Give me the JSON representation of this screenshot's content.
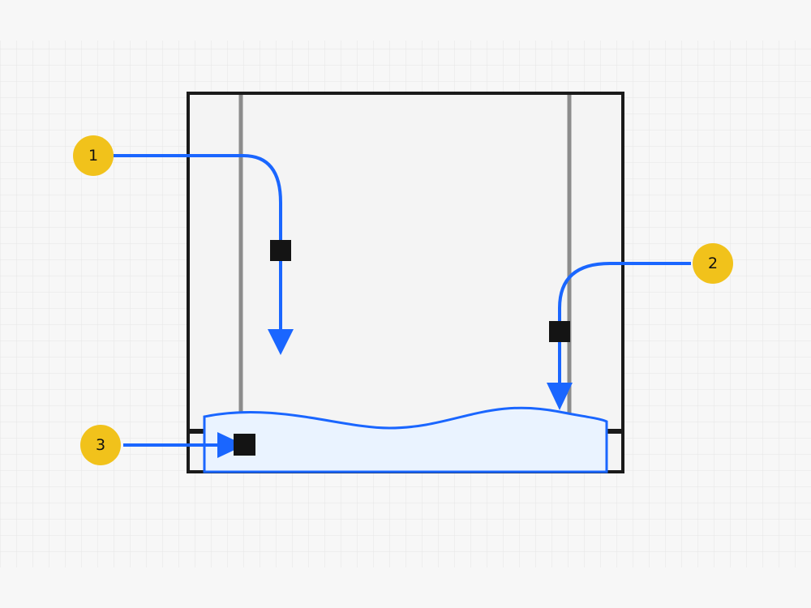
{
  "colors": {
    "background": "#f7f7f7",
    "grid": "#e6e6e6",
    "frame_stroke": "#1a1a1a",
    "frame_fill": "#f4f4f4",
    "rail": "#8c8c8c",
    "arrow": "#1a66ff",
    "panel_fill": "#eaf3ff",
    "callout_fill": "#f1c21b",
    "handle": "#141414"
  },
  "callouts": [
    {
      "id": "callout-1",
      "label": "1"
    },
    {
      "id": "callout-2",
      "label": "2"
    },
    {
      "id": "callout-3",
      "label": "3"
    }
  ],
  "icons": {
    "handle": "square-handle-icon",
    "arrowhead": "arrowhead-icon"
  }
}
